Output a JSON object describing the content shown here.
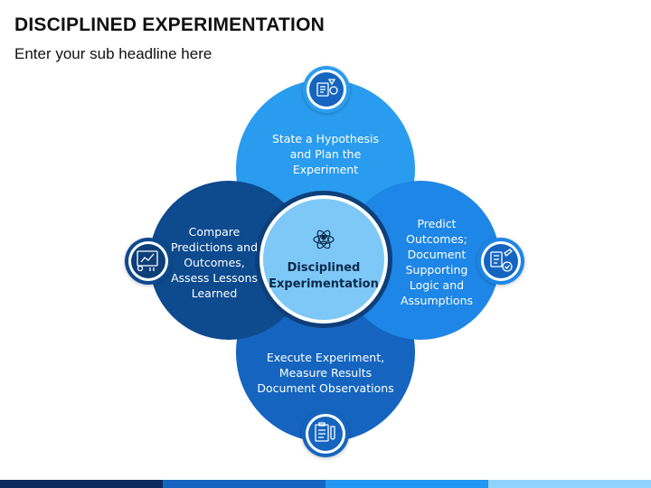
{
  "header": {
    "title": "DISCIPLINED EXPERIMENTATION",
    "subtitle": "Enter your sub headline here"
  },
  "diagram": {
    "center": {
      "label": "Disciplined\nExperimentation",
      "icon": "atom-person-icon",
      "color": "#7ec8f8"
    },
    "petals": [
      {
        "id": "top",
        "label": "State a Hypothesis\nand Plan the\nExperiment",
        "icon": "hypothesis-icon",
        "color": "#2a9cef"
      },
      {
        "id": "right",
        "label": "Predict\nOutcomes;\nDocument\nSupporting\nLogic and\nAssumptions",
        "icon": "document-check-icon",
        "color": "#1e86e6"
      },
      {
        "id": "bottom",
        "label": "Execute Experiment,\nMeasure Results\nDocument Observations",
        "icon": "clipboard-test-icon",
        "color": "#1565c0"
      },
      {
        "id": "left",
        "label": "Compare\nPredictions and\nOutcomes,\nAssess Lessons\nLearned",
        "icon": "analysis-chart-icon",
        "color": "#0d4a8e"
      }
    ]
  },
  "footer": {
    "colors": [
      "#0a2a5c",
      "#1565c0",
      "#2196f3",
      "#8fd3fb"
    ]
  }
}
